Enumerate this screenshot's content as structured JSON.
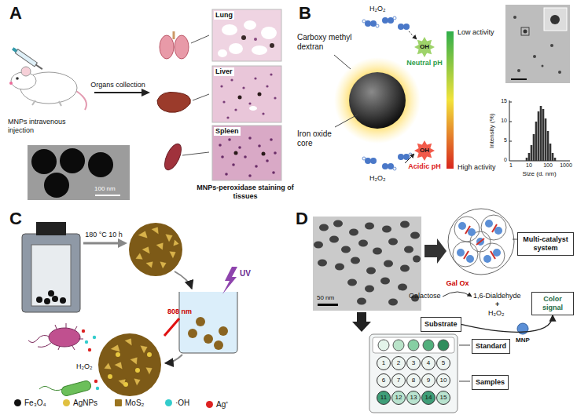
{
  "diagram": {
    "nodes": [
      {
        "text": [
          "Multi-catalyst system"
        ]
      },
      {
        "text": [
          "Substrate"
        ]
      },
      {
        "text": [
          "Color signal"
        ]
      },
      {
        "text": [
          "Standard"
        ]
      },
      {
        "text": [
          "Samples"
        ]
      },
      {
        "text": [
          "1"
        ]
      },
      {
        "text": [
          "2"
        ]
      },
      {
        "text": [
          "3"
        ]
      },
      {
        "text": [
          "4"
        ]
      },
      {
        "text": [
          "5"
        ]
      },
      {
        "text": [
          "6"
        ]
      },
      {
        "text": [
          "7"
        ]
      },
      {
        "text": [
          "8"
        ]
      },
      {
        "text": [
          "9"
        ]
      },
      {
        "text": [
          "10"
        ]
      },
      {
        "text": [
          "11"
        ]
      },
      {
        "text": [
          "12"
        ]
      },
      {
        "text": [
          "13"
        ]
      },
      {
        "text": [
          "14"
        ]
      },
      {
        "text": [
          "15"
        ]
      }
    ],
    "edges": [
      {
        "from": 1,
        "to": 2,
        "arrow": "to"
      }
    ],
    "labels": [
      "A",
      "MNPs intravenous injection",
      "100 nm",
      "Organs collection",
      "Lung",
      "Liver",
      "Spleen",
      "MNPs-peroxidase staining of tissues",
      "B",
      "H₂O₂",
      "H₂O₂",
      "Carboxy methyl dextran",
      "Iron oxide core",
      "OH",
      "Neutral pH",
      "OH",
      "Acidic pH",
      "Low activity",
      "High activity",
      "Intensity (%)",
      "Size (d. nm)",
      "15",
      "10",
      "5",
      "0",
      "1",
      "10",
      "100",
      "1000",
      "C",
      "180 °C 10 h",
      "UV",
      "808 nm",
      "H₂O₂",
      "D",
      "50 nm",
      "Galactose",
      "Gal Ox",
      "1,6-Dialdehyde",
      "+",
      "H₂O₂",
      "MNP"
    ],
    "legend": [
      {
        "text": "Fe₃O₄",
        "color": "#111111"
      },
      {
        "text": "AgNPs",
        "color": "#e0c040"
      },
      {
        "text": "MoS₂",
        "color": "#9a7420"
      },
      {
        "text": "·OH",
        "color": "#33cccc"
      },
      {
        "text": "Ag⁺",
        "color": "#dd2222"
      }
    ]
  }
}
